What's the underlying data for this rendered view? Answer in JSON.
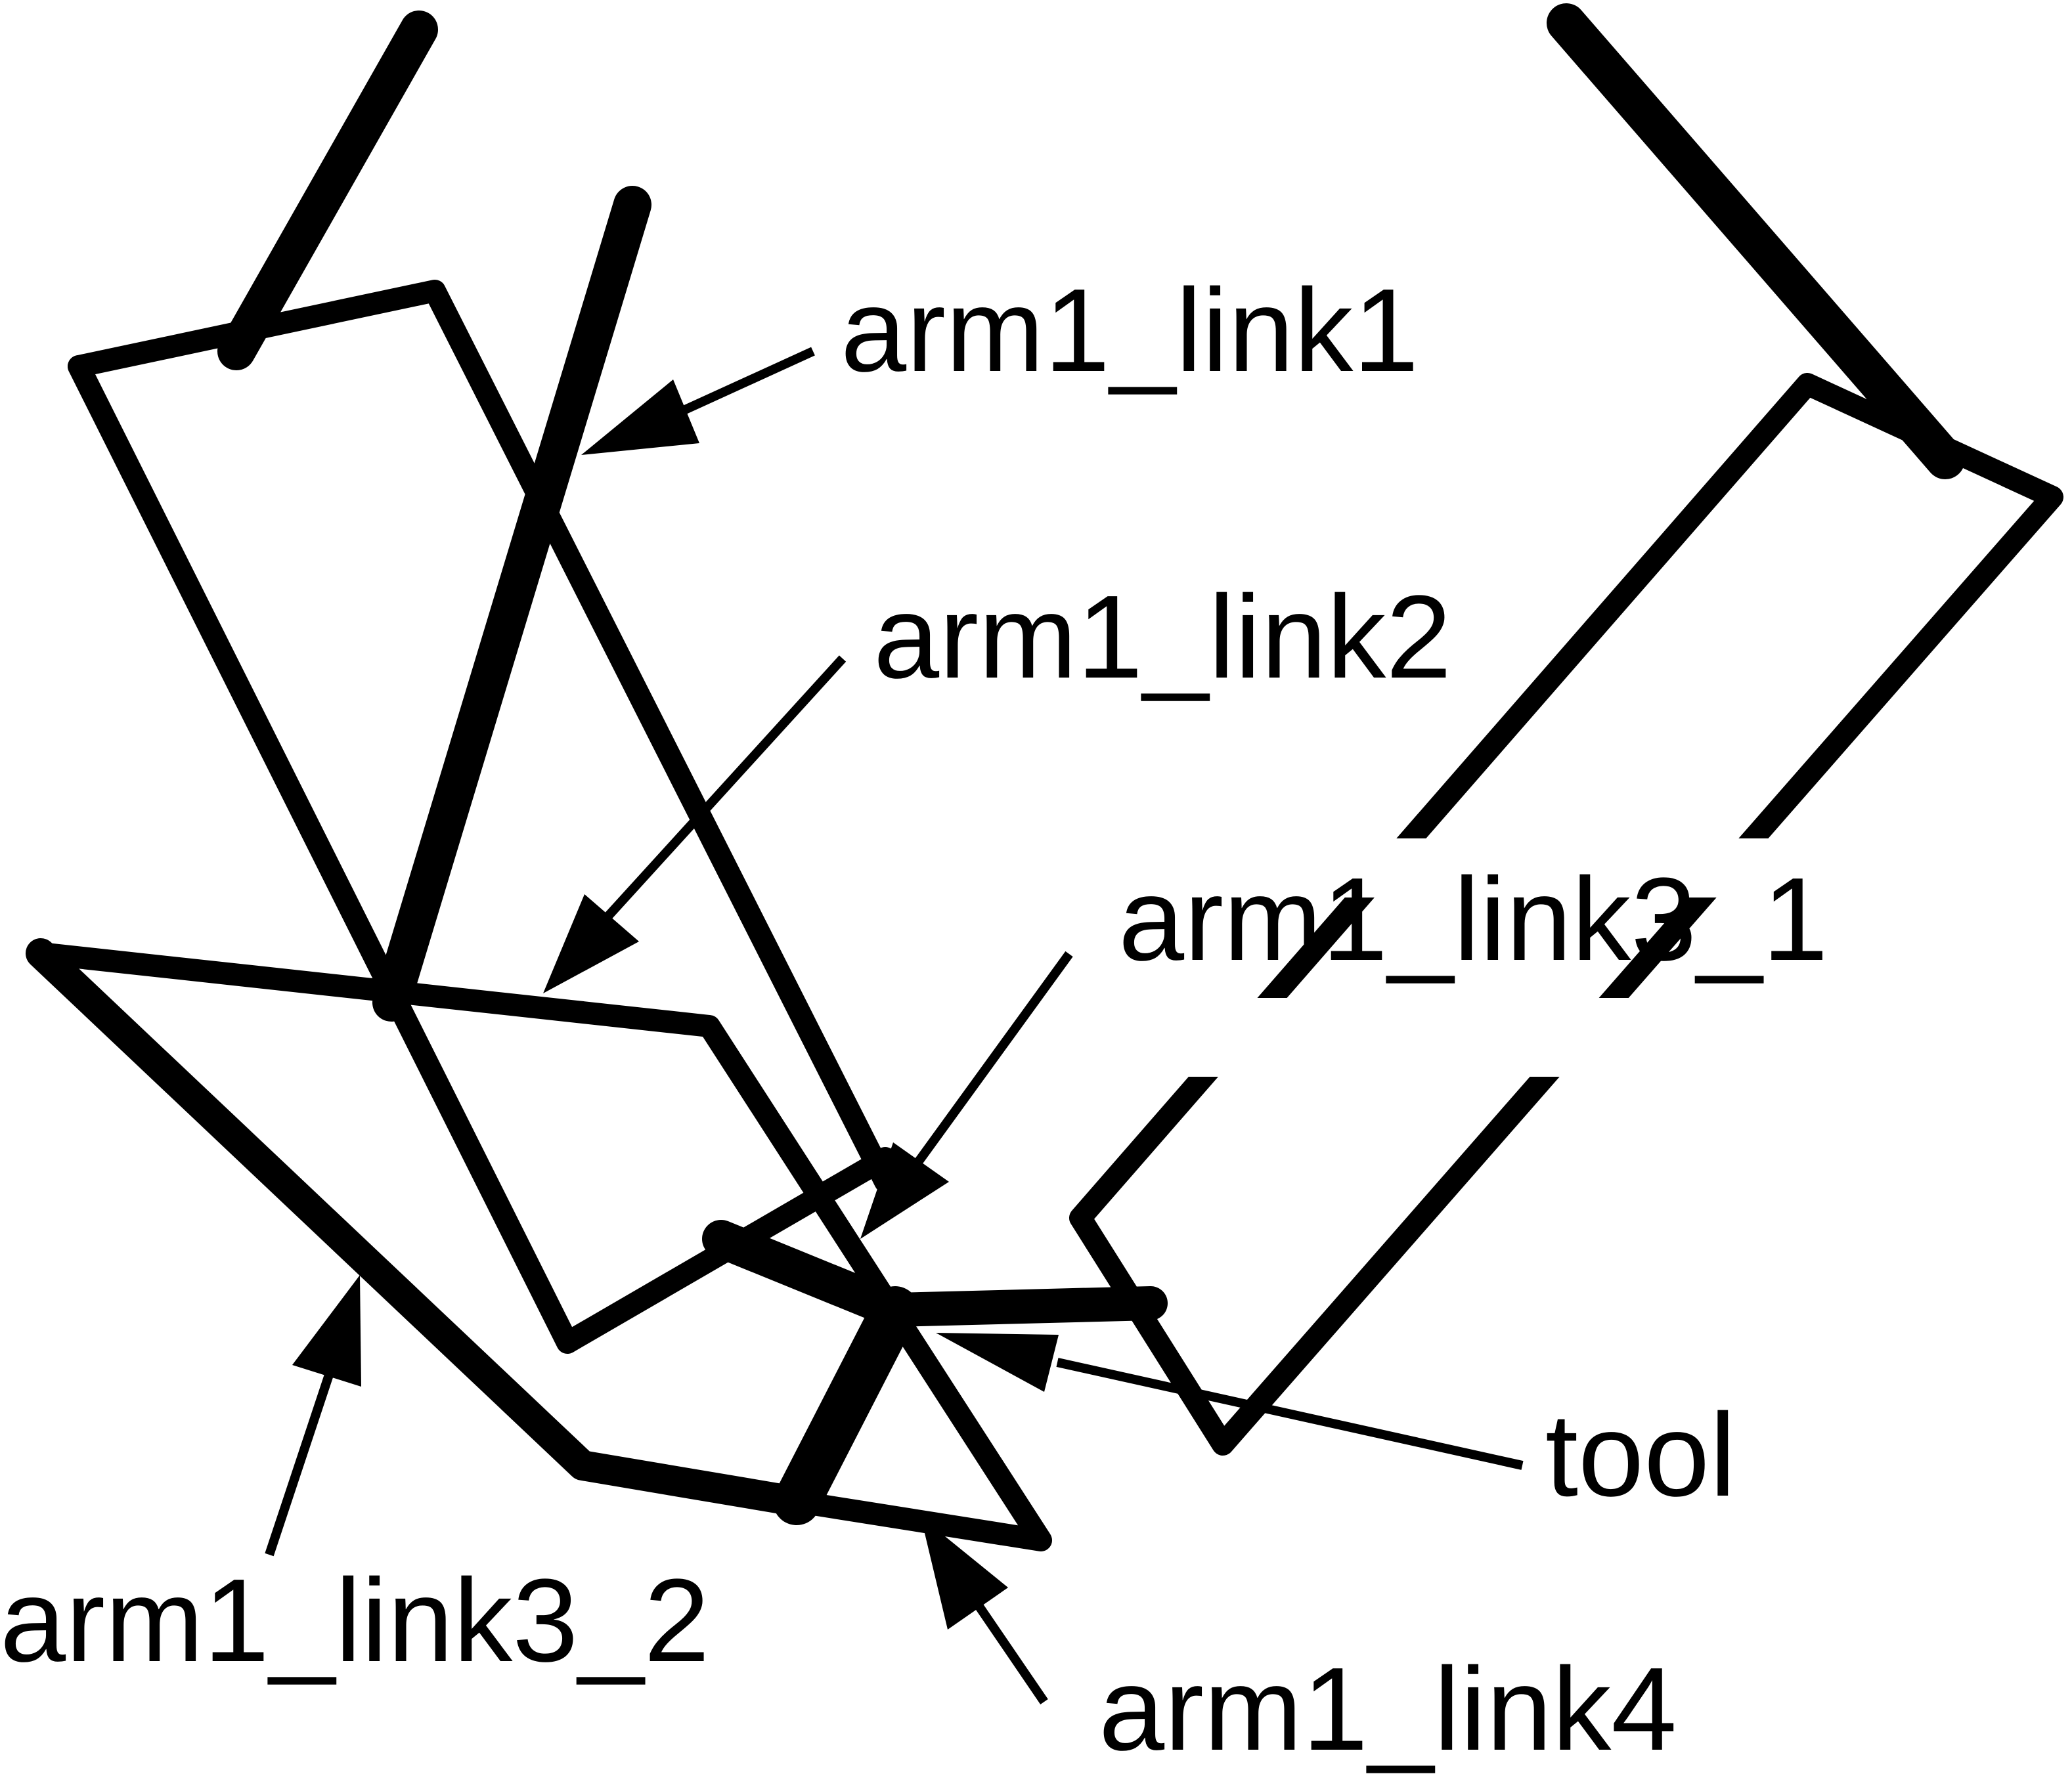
{
  "diagram": {
    "labels": {
      "arm1_link1": "arm1_link1",
      "arm1_link2": "arm1_link2",
      "arm1_link3_1": "arm1_link3_1",
      "arm1_link3_2": "arm1_link3_2",
      "arm1_link4": "arm1_link4",
      "tool": "tool"
    },
    "stroke_color": "#000000",
    "background": "#ffffff"
  }
}
